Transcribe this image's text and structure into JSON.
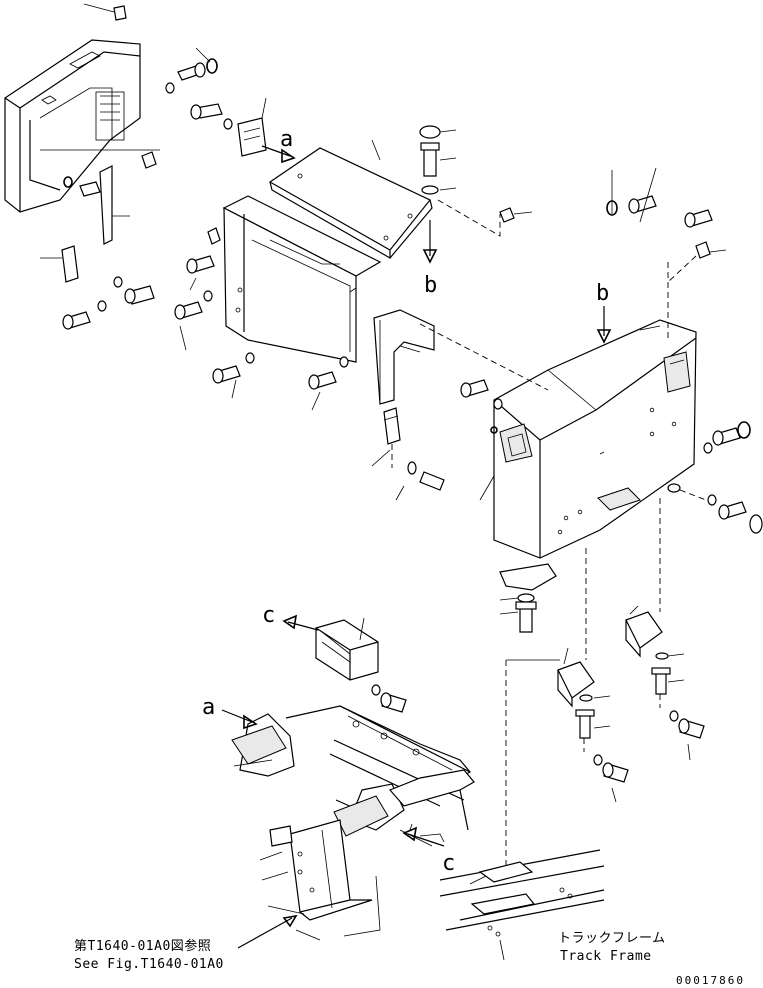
{
  "letters": {
    "a_top": "a",
    "b_top": "b",
    "b_right": "b",
    "c_top": "c",
    "a_bottom": "a",
    "c_bottom": "c"
  },
  "reference": {
    "line1": "第T1640-01A0図参照",
    "line2": "See Fig.T1640-01A0"
  },
  "track_frame": {
    "japanese": "トラックフレーム",
    "english": "Track Frame"
  },
  "drawing_code": "00017860",
  "colors": {
    "ink": "#000000",
    "paper": "#ffffff"
  }
}
